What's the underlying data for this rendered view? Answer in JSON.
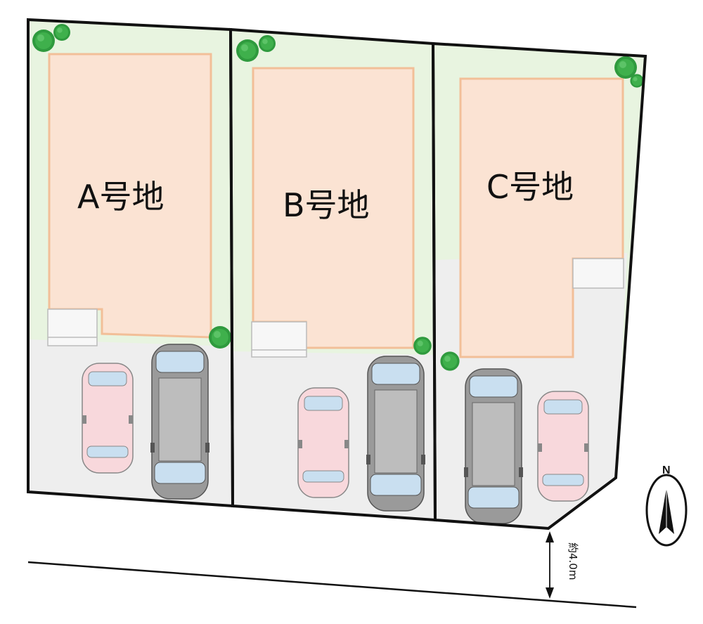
{
  "lots": [
    {
      "id": "a",
      "label": "A号地"
    },
    {
      "id": "b",
      "label": "B号地"
    },
    {
      "id": "c",
      "label": "C号地"
    }
  ],
  "north": {
    "label": "N"
  },
  "road": {
    "width_label": "約4.0m"
  },
  "colors": {
    "garden": "#e8f4e0",
    "building": "#fbe3d3",
    "building_border": "#f2bf98",
    "parking": "#eeeeee",
    "boundary": "#111111",
    "tree": "#3fa34a",
    "car_pink": "#f8d8dc",
    "car_gray": "#9a9a9a",
    "glass": "#c9dff0"
  },
  "icons": [
    "tree-icon",
    "car-icon",
    "compass-icon",
    "dimension-arrow-icon"
  ]
}
